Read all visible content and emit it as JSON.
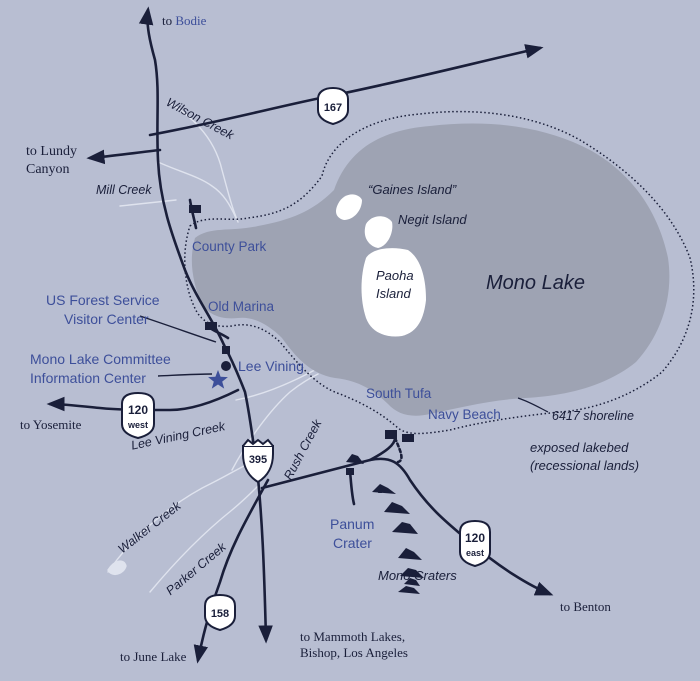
{
  "map": {
    "lake_name": "Mono Lake",
    "islands": {
      "gaines": "“Gaines Island”",
      "negit": "Negit Island",
      "paoha_line1": "Paoha",
      "paoha_line2": "Island"
    },
    "places": {
      "county_park": "County Park",
      "old_marina": "Old Marina",
      "forest_service_line1": "US Forest Service",
      "forest_service_line2": "Visitor Center",
      "committee_line1": "Mono Lake Committee",
      "committee_line2": "Information Center",
      "lee_vining": "Lee Vining",
      "south_tufa": "South Tufa",
      "navy_beach": "Navy Beach",
      "panum_line1": "Panum",
      "panum_line2": "Crater",
      "mono_craters": "Mono Craters"
    },
    "creeks": {
      "wilson": "Wilson Creek",
      "mill": "Mill Creek",
      "lee_vining": "Lee Vining Creek",
      "rush": "Rush Creek",
      "walker": "Walker Creek",
      "parker": "Parker Creek"
    },
    "destinations": {
      "to_word": "to",
      "bodie": "Bodie",
      "lundy_line1": "to Lundy",
      "lundy_line2": "Canyon",
      "yosemite": "to Yosemite",
      "june_lake": "to June Lake",
      "mammoth_line1": "to Mammoth Lakes,",
      "mammoth_line2": "Bishop, Los Angeles",
      "benton": "to Benton"
    },
    "shoreline": {
      "label": "6417 shoreline",
      "lakebed_line1": "exposed lakebed",
      "lakebed_line2": "(recessional lands)"
    },
    "routes": {
      "r167": "167",
      "r120w_num": "120",
      "r120w_dir": "west",
      "r395": "395",
      "r120e_num": "120",
      "r120e_dir": "east",
      "r158": "158"
    },
    "colors": {
      "land": "#b8bed2",
      "lake": "#9ea3b3",
      "island": "#ffffff",
      "road": "#1a1f3a",
      "creek": "#dfe3ee",
      "label_blue": "#3d4f9a"
    }
  }
}
